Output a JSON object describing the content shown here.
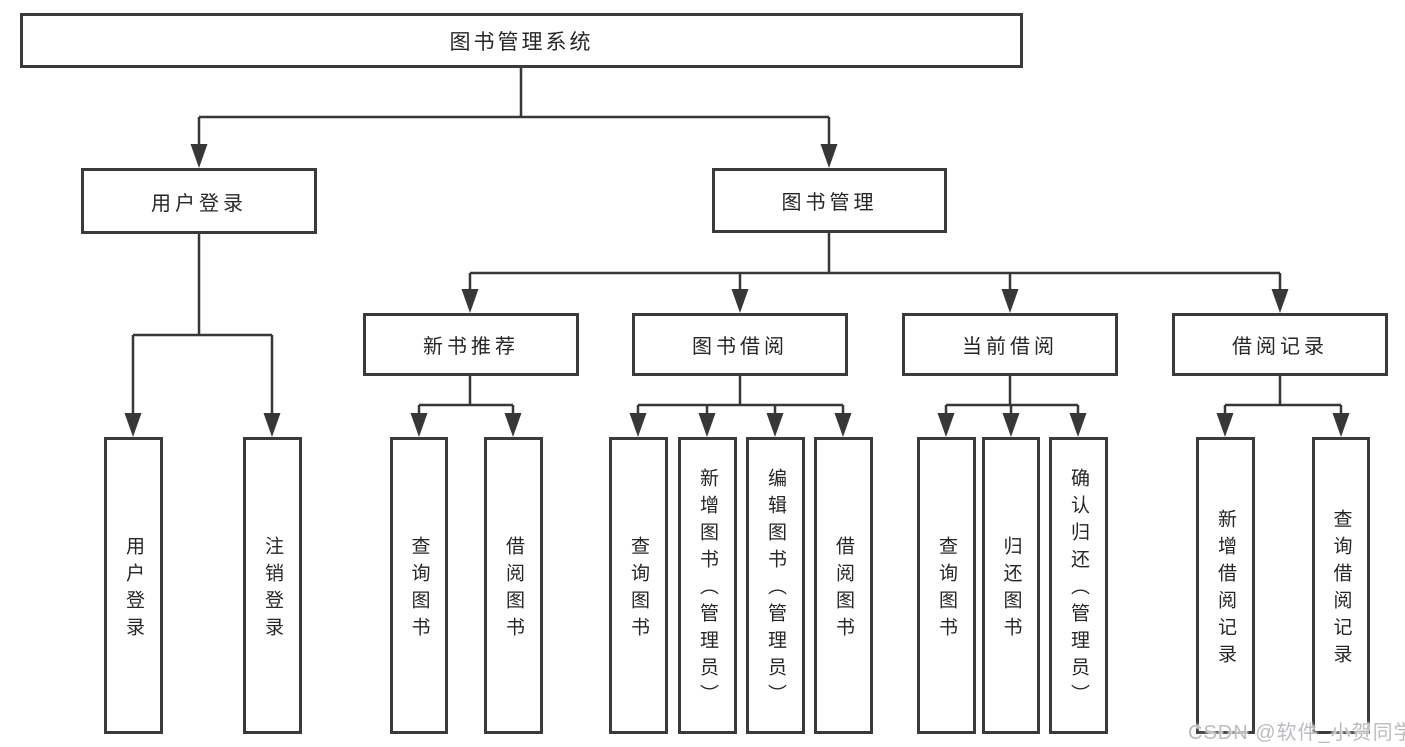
{
  "tree": {
    "root": {
      "label": "图书管理系统"
    },
    "branches": [
      {
        "label": "用户登录",
        "leaves": [
          "用户登录",
          "注销登录"
        ]
      },
      {
        "label": "图书管理",
        "groups": [
          {
            "label": "新书推荐",
            "leaves": [
              "查询图书",
              "借阅图书"
            ]
          },
          {
            "label": "图书借阅",
            "leaves": [
              "查询图书",
              "新增图书（管理员）",
              "编辑图书（管理员）",
              "借阅图书"
            ]
          },
          {
            "label": "当前借阅",
            "leaves": [
              "查询图书",
              "归还图书",
              "确认归还（管理员）"
            ]
          },
          {
            "label": "借阅记录",
            "leaves": [
              "新增借阅记录",
              "查询借阅记录"
            ]
          }
        ]
      }
    ]
  },
  "watermark": {
    "text": "CSDN @软件_小贺同学"
  },
  "colors": {
    "line": "#373737",
    "text": "#262626",
    "background": "#ffffff",
    "watermark": "#b9bcc0"
  }
}
